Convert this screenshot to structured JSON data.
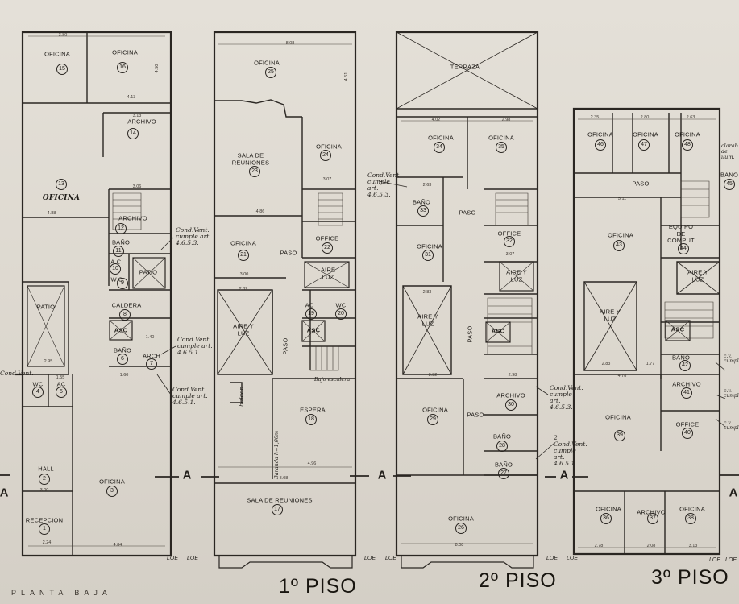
{
  "floors": {
    "planta_baja": {
      "title": "PLANTA BAJA",
      "rooms": [
        {
          "name": "OFICINA",
          "num": "15"
        },
        {
          "name": "OFICINA",
          "num": "16"
        },
        {
          "name": "ARCHIVO",
          "num": "14"
        },
        {
          "name": "OFICINA",
          "num": "13"
        },
        {
          "name": "ARCHIVO",
          "num": "12"
        },
        {
          "name": "BAÑO",
          "num": "11"
        },
        {
          "name": "A.C.",
          "num": "10"
        },
        {
          "name": "PATIO",
          "num": ""
        },
        {
          "name": "W.C.",
          "num": "9"
        },
        {
          "name": "CALDERA",
          "num": "8"
        },
        {
          "name": "ASC",
          "num": ""
        },
        {
          "name": "BAÑO",
          "num": "6"
        },
        {
          "name": "ARCH",
          "num": "7"
        },
        {
          "name": "PATIO",
          "num": ""
        },
        {
          "name": "HALL",
          "num": "2"
        },
        {
          "name": "OFICINA",
          "num": "3"
        },
        {
          "name": "RECEPCION",
          "num": "1"
        },
        {
          "name": "WC",
          "num": "4"
        },
        {
          "name": "AC",
          "num": "5"
        }
      ],
      "notes": [
        "Cond.Vent. cumple art. 4.6.5.3.",
        "Cond.Vent. cumple art. 4.6.5.1.",
        "Cond.Vent. cumple art. 4.6.5.1.",
        "Cond.Vent."
      ]
    },
    "piso1": {
      "title": "1º PISO",
      "rooms": [
        {
          "name": "OFICINA",
          "num": "25"
        },
        {
          "name": "SALA DE REUNIONES",
          "num": "23"
        },
        {
          "name": "OFICINA",
          "num": "24"
        },
        {
          "name": "OFICINA",
          "num": "21"
        },
        {
          "name": "PASO",
          "num": ""
        },
        {
          "name": "OFFICE",
          "num": "22"
        },
        {
          "name": "AIRE Y LUZ",
          "num": ""
        },
        {
          "name": "AIRE LUZ",
          "num": ""
        },
        {
          "name": "AC",
          "num": "19"
        },
        {
          "name": "WC",
          "num": "20"
        },
        {
          "name": "ASC",
          "num": ""
        },
        {
          "name": "PASO",
          "num": ""
        },
        {
          "name": "ESPERA",
          "num": "18"
        },
        {
          "name": "SALA DE REUNIONES",
          "num": "17"
        }
      ],
      "notes": [
        "balcon",
        "Baranda h=1,00m",
        "Bajo escalera"
      ]
    },
    "piso2": {
      "title": "2º PISO",
      "rooms": [
        {
          "name": "TERRAZA",
          "num": ""
        },
        {
          "name": "OFICINA",
          "num": "34"
        },
        {
          "name": "OFICINA",
          "num": "35"
        },
        {
          "name": "BAÑO",
          "num": "33"
        },
        {
          "name": "PASO",
          "num": ""
        },
        {
          "name": "OFICINA",
          "num": "31"
        },
        {
          "name": "OFFICE",
          "num": "32"
        },
        {
          "name": "AIRE Y LUZ",
          "num": ""
        },
        {
          "name": "AIRE Y LUZ",
          "num": ""
        },
        {
          "name": "PASO",
          "num": ""
        },
        {
          "name": "ASC",
          "num": ""
        },
        {
          "name": "OFICINA",
          "num": "29"
        },
        {
          "name": "ARCHIVO",
          "num": "30"
        },
        {
          "name": "PASO",
          "num": ""
        },
        {
          "name": "BAÑO",
          "num": "28"
        },
        {
          "name": "BAÑO",
          "num": "27"
        },
        {
          "name": "OFICINA",
          "num": "26"
        }
      ],
      "notes": [
        "Cond.Vent cumple art. 4.6.5.3.",
        "Cond.Vent. cumple art. 4.6.5.3.",
        "2 Cond.Vent. cumple art. 4.6.5.1."
      ]
    },
    "piso3": {
      "title": "3º PISO",
      "rooms": [
        {
          "name": "OFICINA",
          "num": "46"
        },
        {
          "name": "OFICINA",
          "num": "47"
        },
        {
          "name": "OFICINA",
          "num": "48"
        },
        {
          "name": "BAÑO",
          "num": "45"
        },
        {
          "name": "PASO",
          "num": ""
        },
        {
          "name": "OFICINA",
          "num": "43"
        },
        {
          "name": "EQUIPO DE COMPUT",
          "num": "44"
        },
        {
          "name": "AIRE Y LUZ",
          "num": ""
        },
        {
          "name": "AIRE Y LUZ",
          "num": ""
        },
        {
          "name": "ASC",
          "num": ""
        },
        {
          "name": "BAÑO",
          "num": "42"
        },
        {
          "name": "OFICINA",
          "num": "39"
        },
        {
          "name": "ARCHIVO",
          "num": "41"
        },
        {
          "name": "OFFICE",
          "num": "40"
        },
        {
          "name": "OFICINA",
          "num": "36"
        },
        {
          "name": "ARCHIVO",
          "num": "37"
        },
        {
          "name": "OFICINA",
          "num": "38"
        }
      ],
      "notes": [
        "clarab. de ilum.",
        "c.v. cumple",
        "c.v. cumple",
        "c.v. cumple"
      ]
    }
  },
  "section_marks": [
    "A",
    "A",
    "A",
    "A",
    "A"
  ],
  "loe_labels": [
    "LOE",
    "LOE",
    "LOE",
    "LOE",
    "LOE",
    "LOE",
    "LOE",
    "LOE"
  ],
  "dims": [
    "3.80",
    "4.50",
    "4.13",
    "3.13",
    "3.06",
    "4.88",
    "1.55",
    "2.95",
    "1.60",
    "1.40",
    "3.00",
    "4.84",
    "2.24",
    "8.08",
    "4.51",
    "3.07",
    "4.86",
    "3.00",
    "2.82",
    "4.96",
    "8.08",
    "4.02",
    "2.98",
    "2.63",
    "3.07",
    "2.83",
    "3.32",
    "2.98",
    "8.08",
    "2.35",
    "2.80",
    "2.63",
    "5.11",
    "2.83",
    "4.78",
    "1.77",
    "2.78",
    "2.08",
    "3.13"
  ]
}
